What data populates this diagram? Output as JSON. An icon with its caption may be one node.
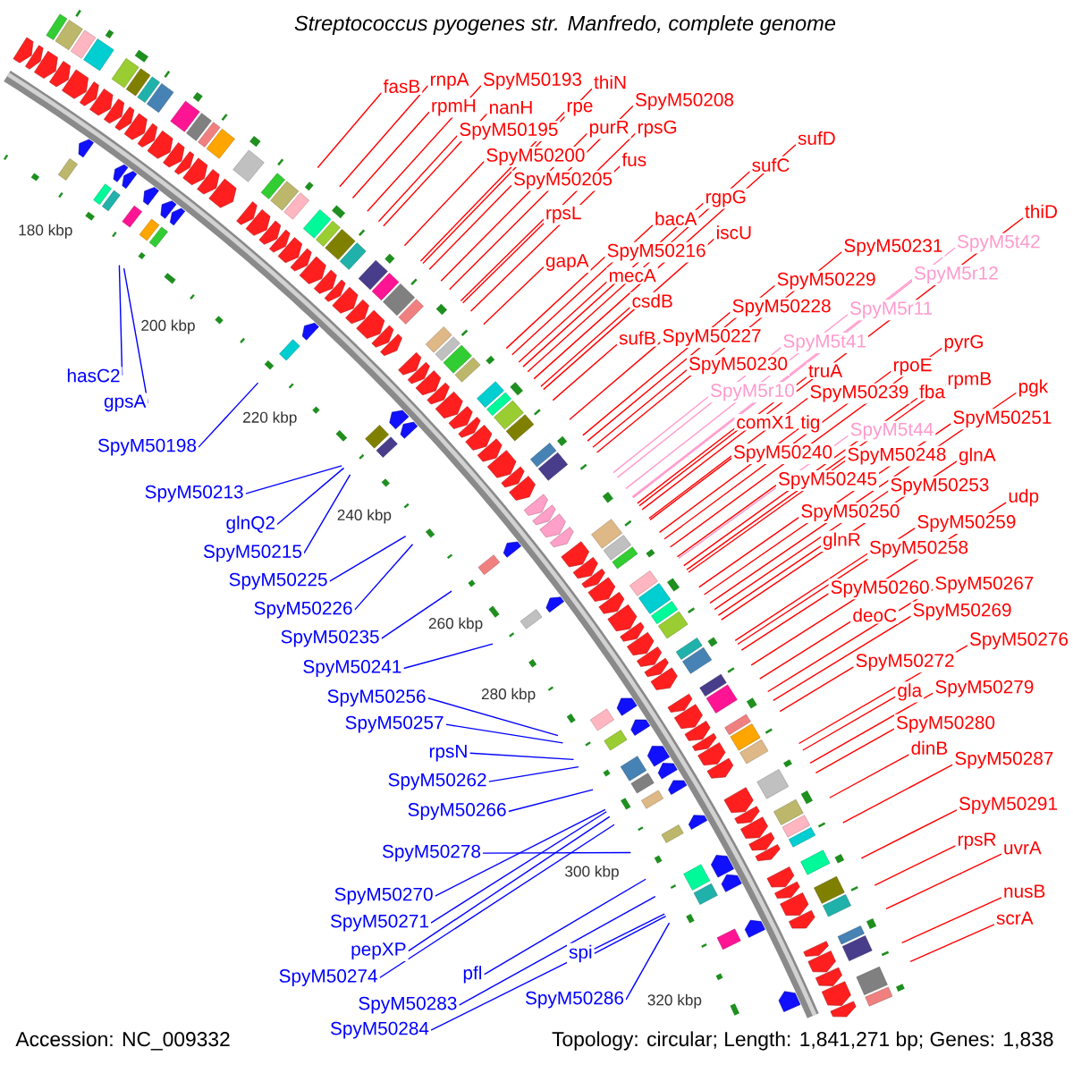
{
  "diagram": {
    "title": "Streptococcus pyogenes str. Manfredo, complete genome",
    "nodes": [
      {
        "text": [
          "fasB"
        ]
      },
      {
        "text": [
          "rnpA"
        ]
      },
      {
        "text": [
          "SpyM50193"
        ]
      },
      {
        "text": [
          "thiN"
        ]
      },
      {
        "text": [
          "rpmH"
        ]
      },
      {
        "text": [
          "nanH"
        ]
      },
      {
        "text": [
          "rpe"
        ]
      },
      {
        "text": [
          "SpyM50208"
        ]
      },
      {
        "text": [
          "SpyM50195"
        ]
      },
      {
        "text": [
          "purR"
        ]
      },
      {
        "text": [
          "rpsG"
        ]
      },
      {
        "text": [
          "SpyM50200"
        ]
      },
      {
        "text": [
          "fus"
        ]
      },
      {
        "text": [
          "SpyM50205"
        ]
      },
      {
        "text": [
          "sufD"
        ]
      },
      {
        "text": [
          "sufC"
        ]
      },
      {
        "text": [
          "rpsL"
        ]
      },
      {
        "text": [
          "rgpG"
        ]
      },
      {
        "text": [
          "bacA"
        ]
      },
      {
        "text": [
          "iscU"
        ]
      },
      {
        "text": [
          "gapA"
        ]
      },
      {
        "text": [
          "SpyM50216"
        ]
      },
      {
        "text": [
          "mecA"
        ]
      },
      {
        "text": [
          "csdB"
        ]
      },
      {
        "text": [
          "sufB"
        ]
      },
      {
        "text": [
          "SpyM50227"
        ]
      },
      {
        "text": [
          "SpyM50231"
        ]
      },
      {
        "text": [
          "SpyM5t42"
        ]
      },
      {
        "text": [
          "thiD"
        ]
      },
      {
        "text": [
          "SpyM50229"
        ]
      },
      {
        "text": [
          "SpyM5r12"
        ]
      },
      {
        "text": [
          "SpyM50228"
        ]
      },
      {
        "text": [
          "SpyM5r11"
        ]
      },
      {
        "text": [
          "SpyM5t41"
        ]
      },
      {
        "text": [
          "SpyM50230"
        ]
      },
      {
        "text": [
          "truA"
        ]
      },
      {
        "text": [
          "pyrG"
        ]
      },
      {
        "text": [
          "SpyM5r10"
        ]
      },
      {
        "text": [
          "SpyM50239"
        ]
      },
      {
        "text": [
          "rpoE"
        ]
      },
      {
        "text": [
          "fba"
        ]
      },
      {
        "text": [
          "rpmB"
        ]
      },
      {
        "text": [
          "comX1"
        ]
      },
      {
        "text": [
          "tig"
        ]
      },
      {
        "text": [
          "pgk"
        ]
      },
      {
        "text": [
          "SpyM5t44"
        ]
      },
      {
        "text": [
          "SpyM50251"
        ]
      },
      {
        "text": [
          "SpyM50240"
        ]
      },
      {
        "text": [
          "SpyM50248"
        ]
      },
      {
        "text": [
          "glnA"
        ]
      },
      {
        "text": [
          "SpyM50245"
        ]
      },
      {
        "text": [
          "SpyM50253"
        ]
      },
      {
        "text": [
          "udp"
        ]
      },
      {
        "text": [
          "SpyM50250"
        ]
      },
      {
        "text": [
          "SpyM50259"
        ]
      },
      {
        "text": [
          "glnR"
        ]
      },
      {
        "text": [
          "SpyM50258"
        ]
      },
      {
        "text": [
          "SpyM50260"
        ]
      },
      {
        "text": [
          "SpyM50267"
        ]
      },
      {
        "text": [
          "deoC"
        ]
      },
      {
        "text": [
          "SpyM50269"
        ]
      },
      {
        "text": [
          "SpyM50276"
        ]
      },
      {
        "text": [
          "SpyM50272"
        ]
      },
      {
        "text": [
          "gla"
        ]
      },
      {
        "text": [
          "SpyM50279"
        ]
      },
      {
        "text": [
          "SpyM50280"
        ]
      },
      {
        "text": [
          "dinB"
        ]
      },
      {
        "text": [
          "SpyM50287"
        ]
      },
      {
        "text": [
          "SpyM50291"
        ]
      },
      {
        "text": [
          "rpsR"
        ]
      },
      {
        "text": [
          "uvrA"
        ]
      },
      {
        "text": [
          "nusB"
        ]
      },
      {
        "text": [
          "scrA"
        ]
      },
      {
        "text": [
          "hasC2"
        ]
      },
      {
        "text": [
          "gpsA"
        ]
      },
      {
        "text": [
          "SpyM50198"
        ]
      },
      {
        "text": [
          "SpyM50213"
        ]
      },
      {
        "text": [
          "glnQ2"
        ]
      },
      {
        "text": [
          "SpyM50215"
        ]
      },
      {
        "text": [
          "SpyM50225"
        ]
      },
      {
        "text": [
          "SpyM50226"
        ]
      },
      {
        "text": [
          "SpyM50235"
        ]
      },
      {
        "text": [
          "SpyM50241"
        ]
      },
      {
        "text": [
          "SpyM50256"
        ]
      },
      {
        "text": [
          "SpyM50257"
        ]
      },
      {
        "text": [
          "rpsN"
        ]
      },
      {
        "text": [
          "SpyM50262"
        ]
      },
      {
        "text": [
          "SpyM50266"
        ]
      },
      {
        "text": [
          "SpyM50270"
        ]
      },
      {
        "text": [
          "SpyM50278"
        ]
      },
      {
        "text": [
          "SpyM50271"
        ]
      },
      {
        "text": [
          "pepXP"
        ]
      },
      {
        "text": [
          "SpyM50274"
        ]
      },
      {
        "text": [
          "pfl"
        ]
      },
      {
        "text": [
          "spi"
        ]
      },
      {
        "text": [
          "SpyM50286"
        ]
      },
      {
        "text": [
          "SpyM50283"
        ]
      },
      {
        "text": [
          "SpyM50284"
        ]
      }
    ],
    "edges": [
      {
        "from": 0,
        "to": null,
        "arrow": "none"
      },
      {
        "from": 1,
        "to": null,
        "arrow": "none"
      },
      {
        "from": 2,
        "to": null,
        "arrow": "none"
      },
      {
        "from": 3,
        "to": null,
        "arrow": "none"
      },
      {
        "from": 4,
        "to": null,
        "arrow": "none"
      },
      {
        "from": 5,
        "to": null,
        "arrow": "none"
      },
      {
        "from": 6,
        "to": null,
        "arrow": "none"
      },
      {
        "from": 7,
        "to": null,
        "arrow": "none"
      },
      {
        "from": 8,
        "to": null,
        "arrow": "none"
      },
      {
        "from": 9,
        "to": null,
        "arrow": "none"
      },
      {
        "from": 10,
        "to": null,
        "arrow": "none"
      },
      {
        "from": 11,
        "to": null,
        "arrow": "none"
      },
      {
        "from": 12,
        "to": null,
        "arrow": "none"
      },
      {
        "from": 13,
        "to": null,
        "arrow": "none"
      },
      {
        "from": 14,
        "to": null,
        "arrow": "none"
      },
      {
        "from": 15,
        "to": null,
        "arrow": "none"
      },
      {
        "from": 16,
        "to": null,
        "arrow": "none"
      },
      {
        "from": 17,
        "to": null,
        "arrow": "none"
      },
      {
        "from": 18,
        "to": null,
        "arrow": "none"
      },
      {
        "from": 19,
        "to": null,
        "arrow": "none"
      },
      {
        "from": 20,
        "to": null,
        "arrow": "none"
      },
      {
        "from": 21,
        "to": null,
        "arrow": "none"
      },
      {
        "from": 22,
        "to": null,
        "arrow": "none"
      },
      {
        "from": 23,
        "to": null,
        "arrow": "none"
      },
      {
        "from": 24,
        "to": null,
        "arrow": "none"
      },
      {
        "from": 25,
        "to": null,
        "arrow": "none"
      },
      {
        "from": 26,
        "to": null,
        "arrow": "none"
      },
      {
        "from": 27,
        "to": null,
        "arrow": "none",
        "color": "#ff99cc"
      },
      {
        "from": 28,
        "to": null,
        "arrow": "none"
      },
      {
        "from": 29,
        "to": null,
        "arrow": "none"
      },
      {
        "from": 30,
        "to": null,
        "arrow": "none",
        "color": "#ff99cc"
      },
      {
        "from": 31,
        "to": null,
        "arrow": "none"
      },
      {
        "from": 32,
        "to": null,
        "arrow": "none",
        "color": "#ff99cc"
      },
      {
        "from": 33,
        "to": null,
        "arrow": "none",
        "color": "#ff99cc"
      },
      {
        "from": 34,
        "to": null,
        "arrow": "none"
      },
      {
        "from": 35,
        "to": null,
        "arrow": "none"
      },
      {
        "from": 36,
        "to": null,
        "arrow": "none"
      },
      {
        "from": 37,
        "to": null,
        "arrow": "none",
        "color": "#ff99cc"
      },
      {
        "from": 38,
        "to": null,
        "arrow": "none"
      },
      {
        "from": 39,
        "to": null,
        "arrow": "none"
      },
      {
        "from": 40,
        "to": null,
        "arrow": "none"
      },
      {
        "from": 41,
        "to": null,
        "arrow": "none"
      },
      {
        "from": 42,
        "to": null,
        "arrow": "none"
      },
      {
        "from": 43,
        "to": null,
        "arrow": "none"
      },
      {
        "from": 44,
        "to": null,
        "arrow": "none"
      },
      {
        "from": 45,
        "to": null,
        "arrow": "none",
        "color": "#ff99cc"
      },
      {
        "from": 46,
        "to": null,
        "arrow": "none"
      },
      {
        "from": 47,
        "to": null,
        "arrow": "none"
      },
      {
        "from": 48,
        "to": null,
        "arrow": "none"
      },
      {
        "from": 49,
        "to": null,
        "arrow": "none"
      },
      {
        "from": 50,
        "to": null,
        "arrow": "none"
      },
      {
        "from": 51,
        "to": null,
        "arrow": "none"
      },
      {
        "from": 52,
        "to": null,
        "arrow": "none"
      },
      {
        "from": 53,
        "to": null,
        "arrow": "none"
      },
      {
        "from": 54,
        "to": null,
        "arrow": "none"
      },
      {
        "from": 55,
        "to": null,
        "arrow": "none"
      },
      {
        "from": 56,
        "to": null,
        "arrow": "none"
      },
      {
        "from": 57,
        "to": null,
        "arrow": "none"
      },
      {
        "from": 58,
        "to": null,
        "arrow": "none"
      },
      {
        "from": 59,
        "to": null,
        "arrow": "none"
      },
      {
        "from": 60,
        "to": null,
        "arrow": "none"
      },
      {
        "from": 61,
        "to": null,
        "arrow": "none"
      },
      {
        "from": 62,
        "to": null,
        "arrow": "none"
      },
      {
        "from": 63,
        "to": null,
        "arrow": "none"
      },
      {
        "from": 64,
        "to": null,
        "arrow": "none"
      },
      {
        "from": 65,
        "to": null,
        "arrow": "none"
      },
      {
        "from": 66,
        "to": null,
        "arrow": "none"
      },
      {
        "from": 67,
        "to": null,
        "arrow": "none"
      },
      {
        "from": 68,
        "to": null,
        "arrow": "none"
      },
      {
        "from": 69,
        "to": null,
        "arrow": "none"
      },
      {
        "from": 70,
        "to": null,
        "arrow": "none"
      },
      {
        "from": 71,
        "to": null,
        "arrow": "none"
      },
      {
        "from": 72,
        "to": null,
        "arrow": "none"
      },
      {
        "from": 73,
        "to": null,
        "arrow": "none",
        "color": "#0000ff"
      },
      {
        "from": 74,
        "to": null,
        "arrow": "none",
        "color": "#0000ff"
      },
      {
        "from": 75,
        "to": null,
        "arrow": "none",
        "color": "#0000ff"
      },
      {
        "from": 76,
        "to": null,
        "arrow": "none",
        "color": "#0000ff"
      },
      {
        "from": 77,
        "to": null,
        "arrow": "none",
        "color": "#0000ff"
      },
      {
        "from": 78,
        "to": null,
        "arrow": "none",
        "color": "#0000ff"
      },
      {
        "from": 79,
        "to": null,
        "arrow": "none",
        "color": "#0000ff"
      },
      {
        "from": 80,
        "to": null,
        "arrow": "none",
        "color": "#0000ff"
      },
      {
        "from": 81,
        "to": null,
        "arrow": "none",
        "color": "#0000ff"
      },
      {
        "from": 82,
        "to": null,
        "arrow": "none",
        "color": "#0000ff"
      },
      {
        "from": 83,
        "to": null,
        "arrow": "none",
        "color": "#0000ff"
      },
      {
        "from": 84,
        "to": null,
        "arrow": "none",
        "color": "#0000ff"
      },
      {
        "from": 85,
        "to": null,
        "arrow": "none",
        "color": "#0000ff"
      },
      {
        "from": 86,
        "to": null,
        "arrow": "none",
        "color": "#0000ff"
      },
      {
        "from": 87,
        "to": null,
        "arrow": "none",
        "color": "#0000ff"
      },
      {
        "from": 88,
        "to": null,
        "arrow": "none",
        "color": "#0000ff"
      },
      {
        "from": 89,
        "to": null,
        "arrow": "none",
        "color": "#0000ff"
      },
      {
        "from": 90,
        "to": null,
        "arrow": "none",
        "color": "#0000ff"
      },
      {
        "from": 91,
        "to": null,
        "arrow": "none",
        "color": "#0000ff"
      },
      {
        "from": 92,
        "to": null,
        "arrow": "none",
        "color": "#0000ff"
      },
      {
        "from": 93,
        "to": null,
        "arrow": "none",
        "color": "#0000ff"
      },
      {
        "from": 94,
        "to": null,
        "arrow": "none",
        "color": "#0000ff"
      },
      {
        "from": 95,
        "to": null,
        "arrow": "none",
        "color": "#0000ff"
      },
      {
        "from": 96,
        "to": null,
        "arrow": "none",
        "color": "#0000ff"
      },
      {
        "from": 97,
        "to": null,
        "arrow": "none",
        "color": "#0000ff"
      }
    ],
    "labels": [
      "180 kbp",
      "200 kbp",
      "220 kbp",
      "240 kbp",
      "260 kbp",
      "280 kbp",
      "300 kbp",
      "320 kbp",
      "Accession: NC_009332",
      "Topology: circular; Length: 1,841,271 bp; Genes: 1,838"
    ]
  }
}
